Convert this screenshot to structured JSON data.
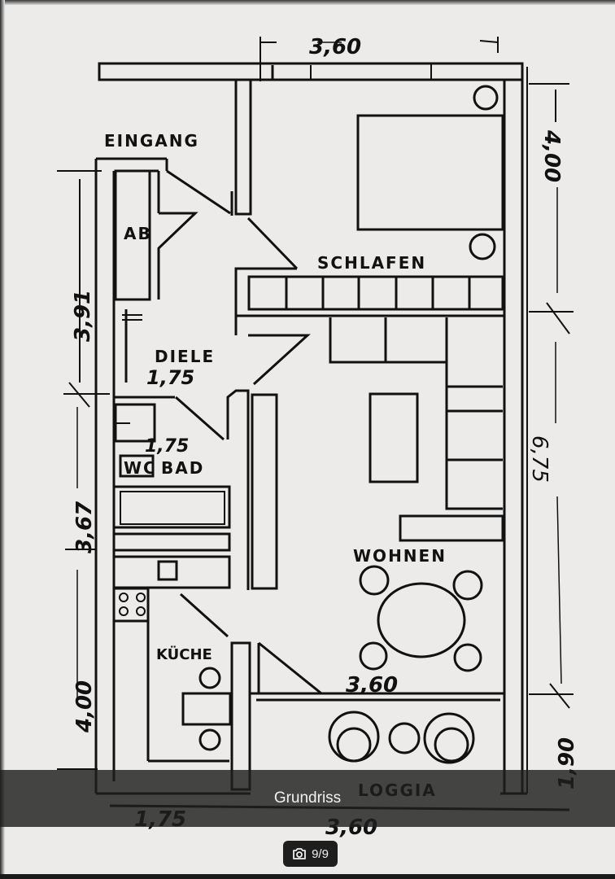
{
  "gallery": {
    "caption": "Grundriss",
    "counter": "9/9",
    "counter_icon": "camera-icon",
    "colors": {
      "overlay": "#1e1e1e",
      "caption_text": "#f2f2f2",
      "paper": "#ecebea",
      "ink": "#111111"
    }
  },
  "floorplan": {
    "rooms": {
      "eingang": "EINGANG",
      "ab": "AB",
      "schlafen": "SCHLAFEN",
      "diele": "DIELE",
      "wc": "WC",
      "bad": "BAD",
      "wohnen": "WOHNEN",
      "kueche": "KÜCHE",
      "loggia": "LOGGIA"
    },
    "dimensions": {
      "top_width": "3,60",
      "right_upper": "4,00",
      "right_middle": "6,75",
      "right_lower": "1,90",
      "left_upper": "3,91",
      "left_middle": "3,67",
      "left_lower": "4,00",
      "diele_width": "1,75",
      "bad_width": "1,75",
      "wohnen_width": "3,60",
      "bottom_left": "1,75",
      "bottom_right": "3,60"
    }
  }
}
